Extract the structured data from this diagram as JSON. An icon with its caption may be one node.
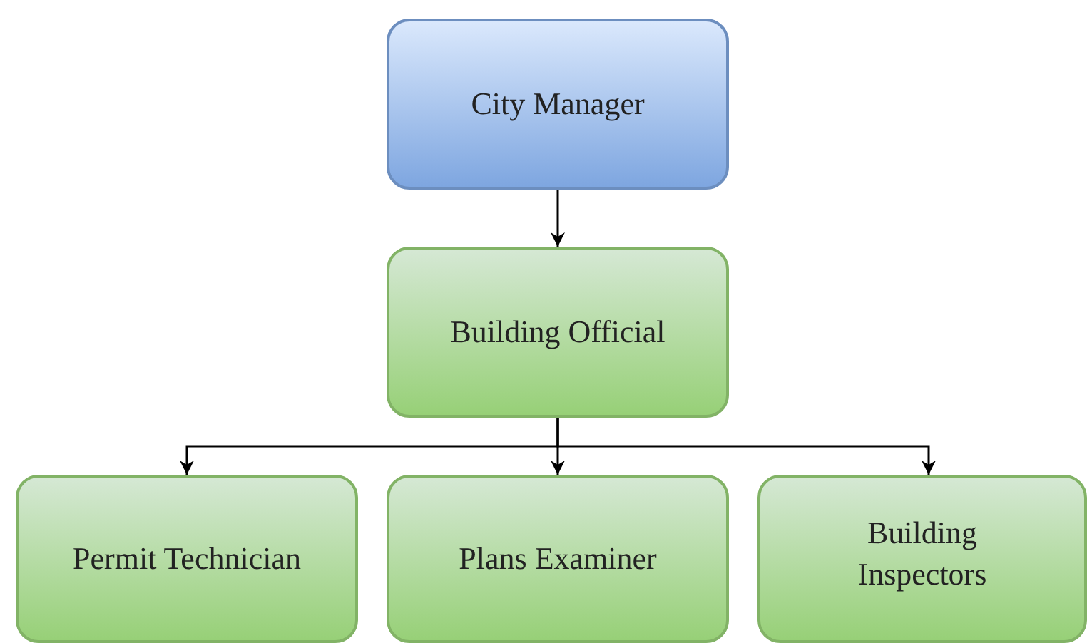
{
  "diagram": {
    "nodes": [
      {
        "text": [
          "City Manager"
        ]
      },
      {
        "text": [
          "Building Official"
        ]
      },
      {
        "text": [
          "Permit Technician"
        ]
      },
      {
        "text": [
          "Plans Examiner"
        ]
      },
      {
        "text": [
          "Building Inspectors"
        ]
      }
    ],
    "edges": [
      {
        "from": 0,
        "to": 1,
        "arrow": "to"
      },
      {
        "from": 1,
        "to": 2,
        "arrow": "to"
      },
      {
        "from": 1,
        "to": 3,
        "arrow": "to"
      },
      {
        "from": 1,
        "to": 4,
        "arrow": "to"
      }
    ]
  }
}
